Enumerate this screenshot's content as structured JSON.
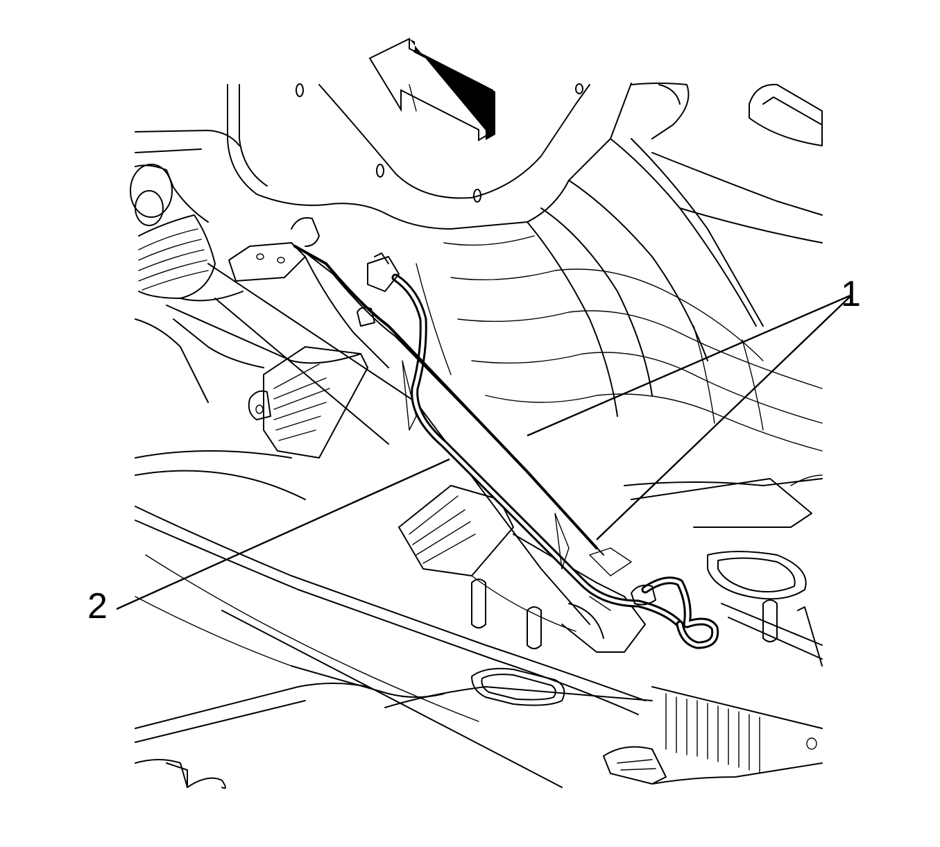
{
  "callouts": [
    {
      "id": "1",
      "label": "1"
    },
    {
      "id": "2",
      "label": "2"
    }
  ],
  "colors": {
    "ink": "#000000",
    "background": "#ffffff"
  },
  "icons": [
    "front-direction-arrow-icon"
  ]
}
